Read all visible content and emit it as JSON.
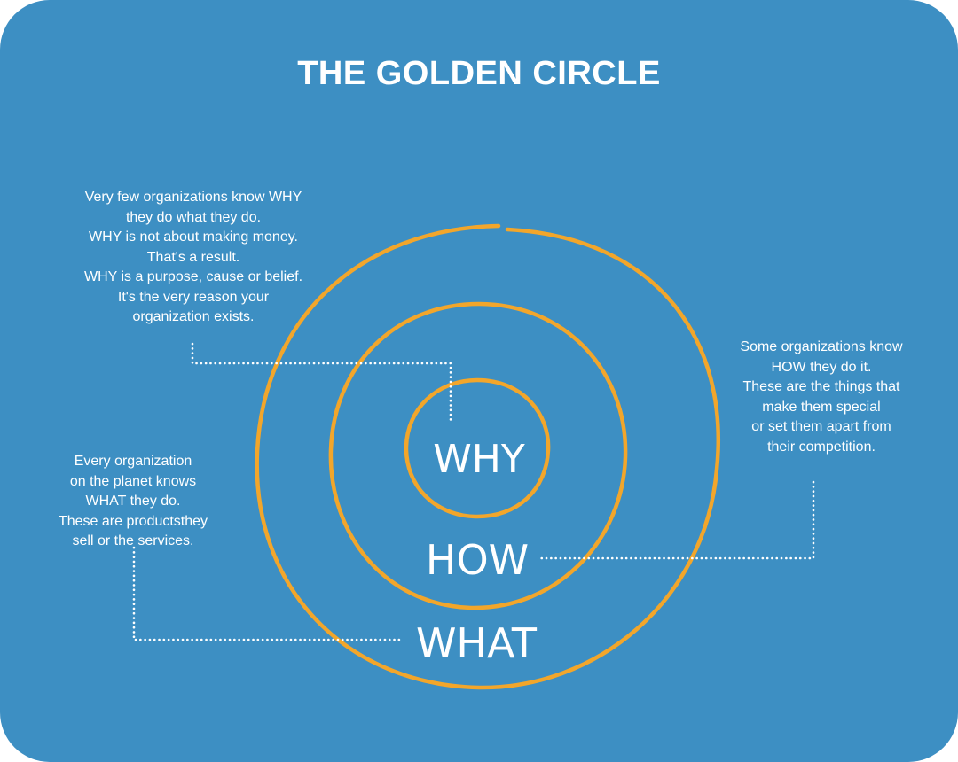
{
  "title": "THE GOLDEN CIRCLE",
  "colors": {
    "background": "#3d8fc3",
    "ring": "#f2a62b",
    "text": "#ffffff"
  },
  "circles": {
    "why_label": "WHY",
    "how_label": "HOW",
    "what_label": "WHAT"
  },
  "descriptions": {
    "why": [
      "Very few organizations know WHY",
      "they do what they do.",
      "WHY is not about making money.",
      "That's a result.",
      "WHY is a purpose, cause or belief.",
      "It's the very reason your",
      "organization exists."
    ],
    "how": [
      "Some organizations know",
      "HOW they do it.",
      "These are the things that",
      "make them special",
      "or set them apart from",
      "their competition."
    ],
    "what": [
      "Every organization",
      "on the planet knows",
      "WHAT they do.",
      "These are productsthey",
      "sell or the services."
    ]
  }
}
